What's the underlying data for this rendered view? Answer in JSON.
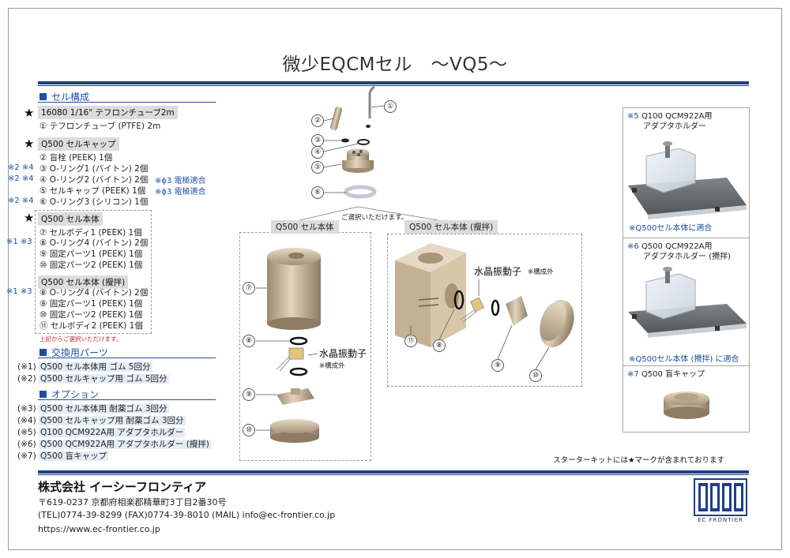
{
  "title": "微少EQCMセル　～VQ5～",
  "sections": {
    "cell": "セル構成",
    "replacement": "交換用パーツ",
    "options": "オプション"
  },
  "star": "★",
  "groups": {
    "tube": {
      "header": "16080 1/16\" テフロンチューブ2m",
      "items": [
        "① テフロンチューブ (PTFE)  2m"
      ]
    },
    "cap": {
      "header": "Q500 セルキャップ",
      "items": [
        {
          "mark": "",
          "text": "② 盲栓 (PEEK)  1個",
          "note": ""
        },
        {
          "mark": "※2 ※4",
          "text": "③ O-リング1 (バイトン)  2個",
          "note": "※ϕ3 電極適合"
        },
        {
          "mark": "※2 ※4",
          "text": "④ O-リング2 (バイトン)  2個",
          "note": ""
        },
        {
          "mark": "",
          "text": "⑤ セルキャップ (PEEK)  1個",
          "note": "※ϕ3 電極適合"
        },
        {
          "mark": "※2 ※4",
          "text": "⑥ O-リング3 (シリコン)  1個",
          "note": ""
        }
      ]
    },
    "body": {
      "header": "Q500 セル本体",
      "items": [
        {
          "mark": "",
          "text": "⑦ セルボディ1 (PEEK)  1個"
        },
        {
          "mark": "※1 ※3",
          "text": "⑧ O-リング4 (バイトン)  2個"
        },
        {
          "mark": "",
          "text": "⑨ 固定パーツ1 (PEEK)  1個"
        },
        {
          "mark": "",
          "text": "⑩ 固定パーツ2 (PEEK)  1個"
        }
      ]
    },
    "body_stir": {
      "header": "Q500 セル本体 (攪拌)",
      "items": [
        {
          "mark": "※1 ※3",
          "text": "⑧ O-リング4 (バイトン)  2個"
        },
        {
          "mark": "",
          "text": "⑨ 固定パーツ1 (PEEK)  1個"
        },
        {
          "mark": "",
          "text": "⑩ 固定パーツ2 (PEEK)  1個"
        },
        {
          "mark": "",
          "text": "⑪ セルボディ2 (PEEK)  1個"
        }
      ]
    },
    "choose_note": "上記からご選択いただけます。"
  },
  "replacement": [
    {
      "mark": "(※1)",
      "text": "Q500 セル本体用 ゴム 5回分"
    },
    {
      "mark": "(※2)",
      "text": "Q500 セルキャップ用 ゴム 5回分"
    }
  ],
  "options": [
    {
      "mark": "(※3)",
      "text": "Q500 セル本体用 耐薬ゴム 3回分"
    },
    {
      "mark": "(※4)",
      "text": "Q500 セルキャップ用 耐薬ゴム 3回分"
    },
    {
      "mark": "(※5)",
      "text": "Q100 QCM922A用 アダプタホルダー"
    },
    {
      "mark": "(※6)",
      "text": "Q500 QCM922A用 アダプタホルダー (攪拌)"
    },
    {
      "mark": "(※7)",
      "text": "Q500 盲キャップ"
    }
  ],
  "diagram": {
    "nums": [
      "①",
      "②",
      "③",
      "④",
      "⑤",
      "⑥",
      "⑦",
      "⑧",
      "⑨",
      "⑩",
      "⑪"
    ],
    "select_note": "ご選択いただけます。",
    "body_label": "Q500 セル本体",
    "body_stir_label": "Q500 セル本体 (攪拌)",
    "crystal": "水晶振動子",
    "excluded": "※構成外"
  },
  "right": {
    "p5_mark": "※5",
    "p5_line1": "Q100 QCM922A用",
    "p5_line2": "アダプタホルダー",
    "p5_note": "※Q500セル本体に適合",
    "p6_mark": "※6",
    "p6_line1": "Q500 QCM922A用",
    "p6_line2": "アダプタホルダー (攪拌)",
    "p6_note": "※Q500セル本体 (攪拌) に適合",
    "p7_mark": "※7",
    "p7_line1": "Q500 盲キャップ"
  },
  "starter_note": "スターターキットには★マークが含まれております",
  "company": {
    "name": "株式会社 イーシーフロンティア",
    "address": "〒619-0237 京都府相楽郡精華町3丁目2番30号",
    "contact": "(TEL)0774-39-8299  (FAX)0774-39-8010  (MAIL) info@ec-frontier.co.jp",
    "url": "https://www.ec-frontier.co.jp",
    "logo_text": "EC FRONTIER"
  },
  "colors": {
    "accent": "#1f3f8a",
    "note_blue": "#1f4ea0",
    "red": "#c0282c",
    "gold": "#c8b28f"
  }
}
